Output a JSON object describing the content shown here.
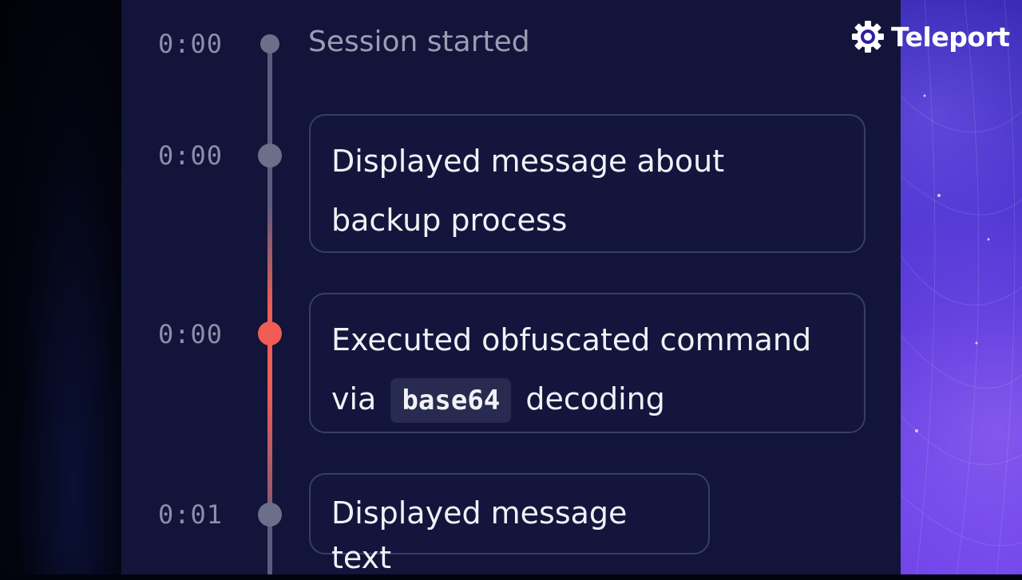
{
  "brand": {
    "name": "Teleport",
    "icon": "gear-icon"
  },
  "timeline": [
    {
      "time": "0:00",
      "text": "Session started",
      "status": "normal"
    },
    {
      "time": "0:00",
      "text": "Displayed message about backup process",
      "status": "normal"
    },
    {
      "time": "0:00",
      "text_before": "Executed obfuscated command via",
      "code": "base64",
      "text_after": "decoding",
      "status": "alert"
    },
    {
      "time": "0:01",
      "text": "Displayed message text",
      "status": "normal"
    }
  ],
  "colors": {
    "panel": "#12143a",
    "line": "#5a5d7e",
    "alert": "#ef5d55",
    "dot": "#6c6f89"
  }
}
